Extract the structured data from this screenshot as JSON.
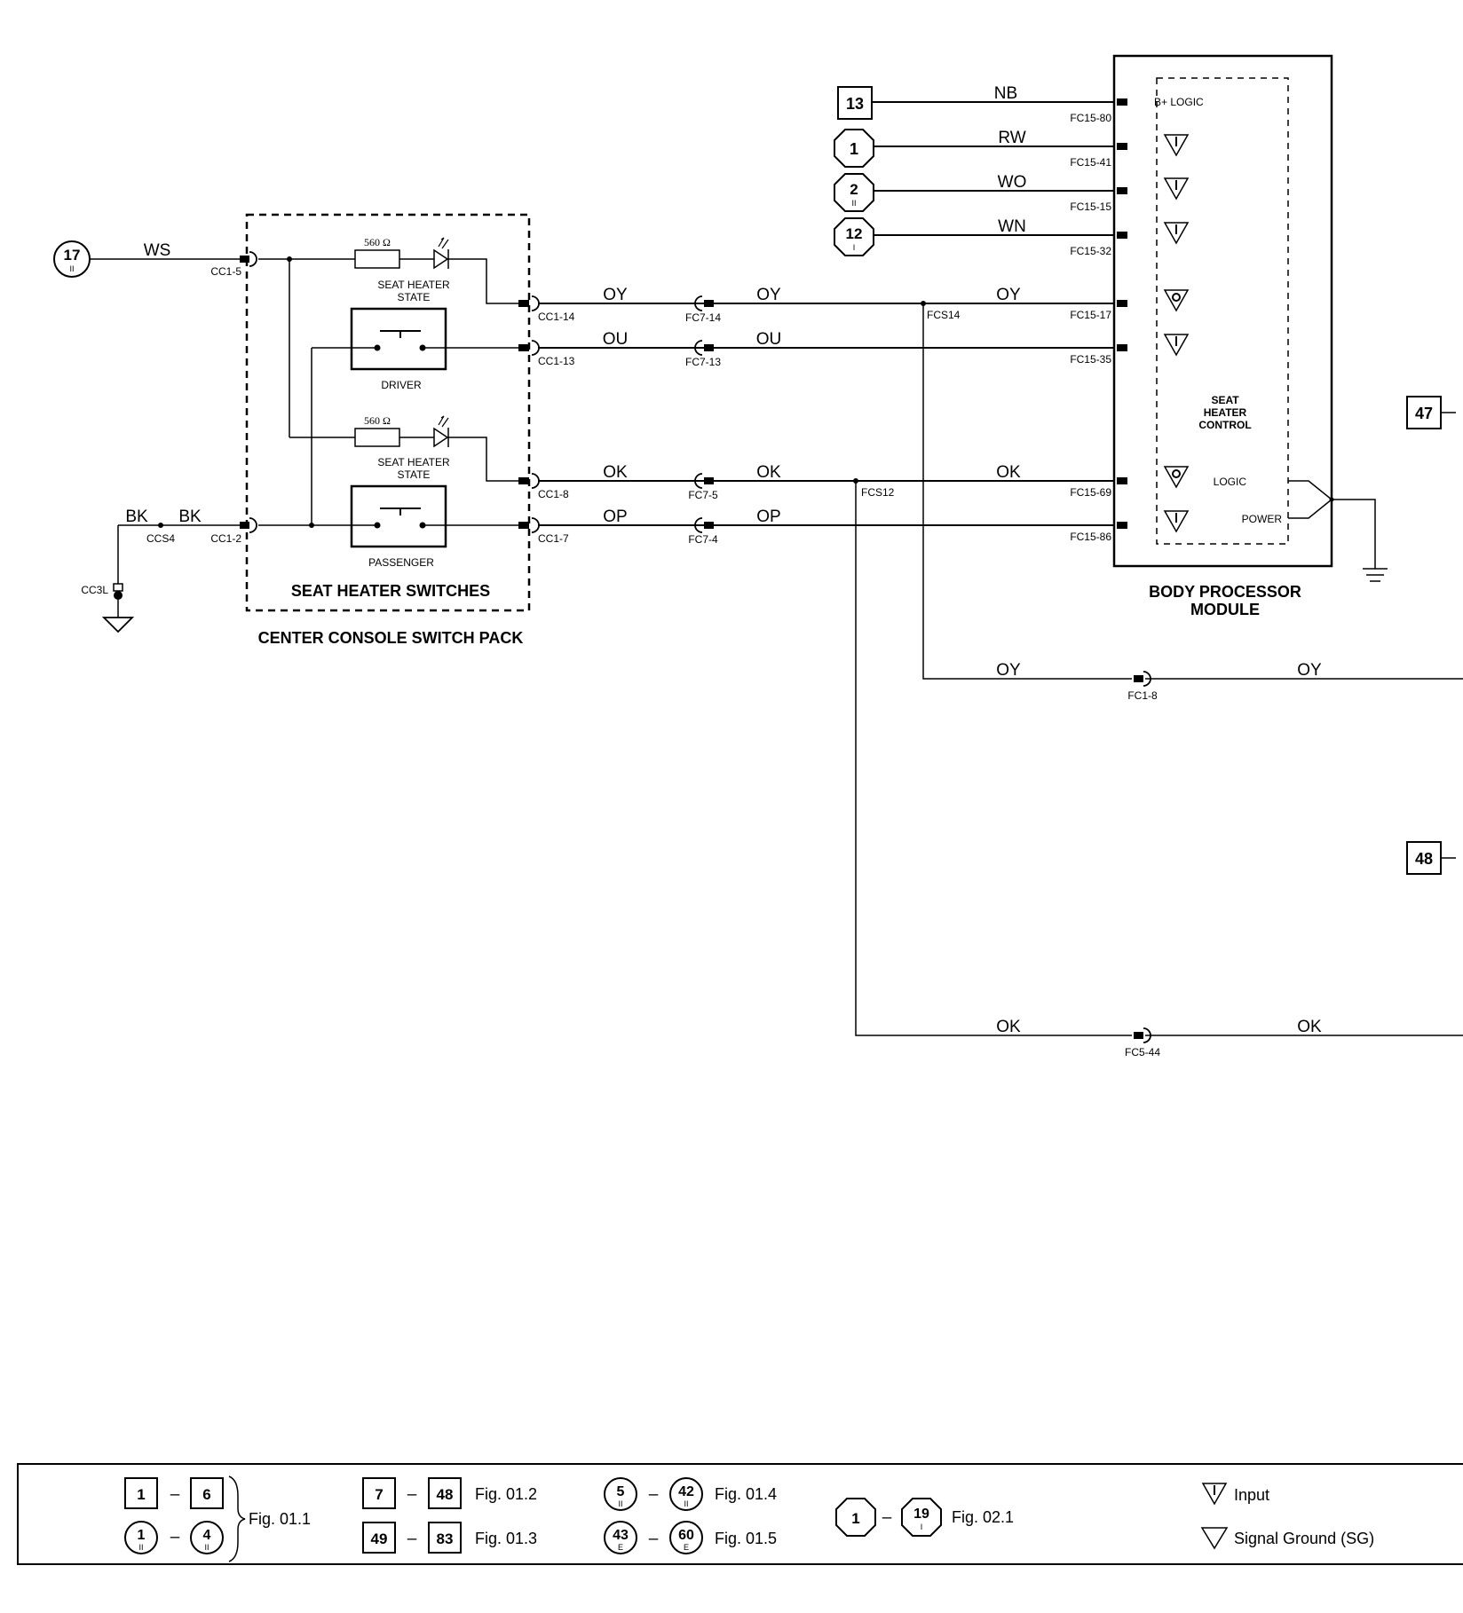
{
  "refs_top": [
    "13",
    "1",
    "2",
    "12"
  ],
  "ref_17": "17",
  "ref_47": "47",
  "ref_48": "48",
  "wires": {
    "nb": "NB",
    "rw": "RW",
    "wo": "WO",
    "wn": "WN",
    "ws": "WS",
    "bk": "BK",
    "oy": "OY",
    "ou": "OU",
    "ok": "OK",
    "op": "OP"
  },
  "pins": {
    "fc15_80": "FC15-80",
    "fc15_41": "FC15-41",
    "fc15_15": "FC15-15",
    "fc15_32": "FC15-32",
    "fc15_17": "FC15-17",
    "fc15_35": "FC15-35",
    "fc15_69": "FC15-69",
    "fc15_86": "FC15-86",
    "cc1_5": "CC1-5",
    "cc1_14": "CC1-14",
    "cc1_13": "CC1-13",
    "cc1_8": "CC1-8",
    "cc1_7": "CC1-7",
    "cc1_2": "CC1-2",
    "fc7_14": "FC7-14",
    "fc7_13": "FC7-13",
    "fc7_5": "FC7-5",
    "fc7_4": "FC7-4",
    "fcs14": "FCS14",
    "fcs12": "FCS12",
    "ccs4": "CCS4",
    "cc3l": "CC3L",
    "fc1_8": "FC1-8",
    "fc5_44": "FC5-44"
  },
  "bpm": {
    "b_logic": "B+ LOGIC",
    "control_lines": [
      "SEAT",
      "HEATER",
      "CONTROL"
    ],
    "logic": "LOGIC",
    "power": "POWER",
    "title_lines": [
      "BODY PROCESSOR",
      "MODULE"
    ]
  },
  "switch_pack": {
    "resistor": "560 Ω",
    "led_lines": [
      "SEAT HEATER",
      "STATE"
    ],
    "driver": "DRIVER",
    "passenger": "PASSENGER",
    "inner_title": "SEAT HEATER SWITCHES",
    "title": "CENTER CONSOLE SWITCH PACK"
  },
  "legend": {
    "g1": {
      "a": "1",
      "b": "6",
      "c": "1",
      "d": "4",
      "fig": "Fig. 01.1"
    },
    "g2": {
      "a": "7",
      "b": "48",
      "fig": "Fig. 01.2"
    },
    "g3": {
      "a": "49",
      "b": "83",
      "fig": "Fig. 01.3"
    },
    "g4": {
      "a": "5",
      "b": "42",
      "fig": "Fig. 01.4"
    },
    "g5": {
      "a": "43",
      "b": "60",
      "fig": "Fig. 01.5"
    },
    "g6": {
      "a": "1",
      "b": "19",
      "fig": "Fig. 02.1"
    },
    "input": "Input",
    "signal_ground": "Signal Ground (SG)",
    "sub_ii": "II",
    "sub_i": "I",
    "sub_e": "E",
    "dash": "–"
  }
}
